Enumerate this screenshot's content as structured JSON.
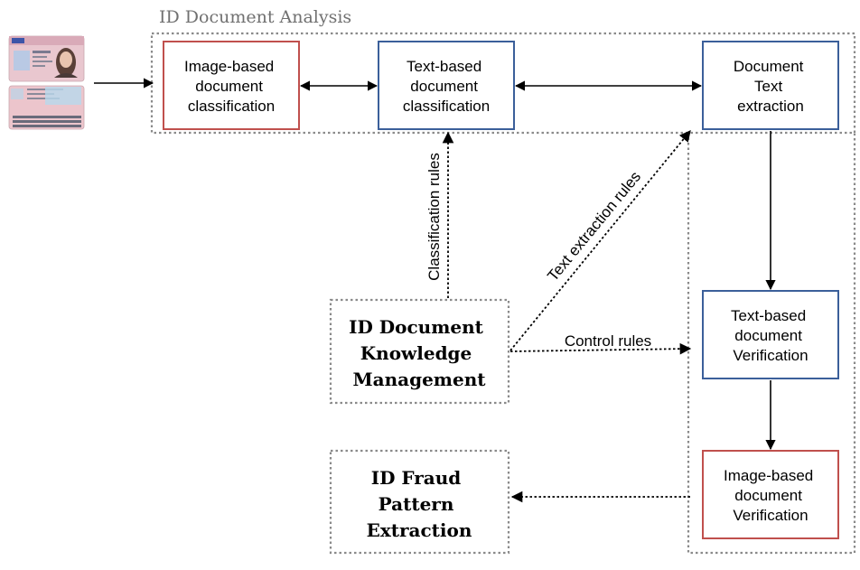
{
  "title": "ID Document Analysis",
  "boxes": {
    "image_classification": [
      "Image-based",
      "document",
      "classification"
    ],
    "text_classification": [
      "Text-based",
      "document",
      "classification"
    ],
    "text_extraction": [
      "Document",
      "Text",
      "extraction"
    ],
    "text_verification": [
      "Text-based",
      "document",
      "Verification"
    ],
    "image_verification": [
      "Image-based",
      "document",
      "Verification"
    ],
    "knowledge_management": [
      "ID Document",
      "Knowledge",
      "Management"
    ],
    "fraud_pattern": [
      "ID Fraud",
      "Pattern",
      "Extraction"
    ]
  },
  "edge_labels": {
    "classification_rules": "Classification rules",
    "text_extraction_rules": "Text extraction rules",
    "control_rules": "Control rules"
  },
  "colors": {
    "red_border": "#c0504d",
    "blue_border": "#3b5f9a",
    "dashed_border": "#8a8a8a",
    "title_gray": "#707070"
  }
}
